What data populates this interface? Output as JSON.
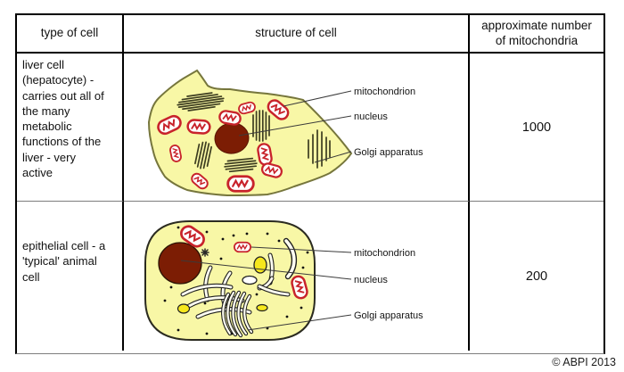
{
  "table": {
    "headers": [
      "type of cell",
      "structure of cell",
      "approximate number\nof mitochondria"
    ],
    "rows": [
      {
        "type_text": "liver cell\n(hepatocyte) -\ncarries out all of\nthe many\nmetabolic\nfunctions of the\nliver - very\nactive",
        "count": "1000",
        "labels": {
          "mitochondrion": "mitochondrion",
          "nucleus": "nucleus",
          "golgi": "Golgi apparatus"
        }
      },
      {
        "type_text": "epithelial cell - a\n'typical' animal\ncell",
        "count": "200",
        "labels": {
          "mitochondrion": "mitochondrion",
          "nucleus": "nucleus",
          "golgi": "Golgi apparatus"
        }
      }
    ]
  },
  "footer": {
    "copyright": "© ABPI 2013"
  },
  "colors": {
    "cell_fill": "#f8f7a6",
    "liver_outline": "#76763c",
    "epithelial_outline": "#2b2b20",
    "nucleus": "#7c1d04",
    "mitochondrion_red": "#c8232b",
    "golgi_line": "#3d3d20",
    "vesicle_yellow": "#f6e71c",
    "pointer_line": "#3a3a3a",
    "border_black": "#000000",
    "divider_gray": "#7d7d7d"
  }
}
